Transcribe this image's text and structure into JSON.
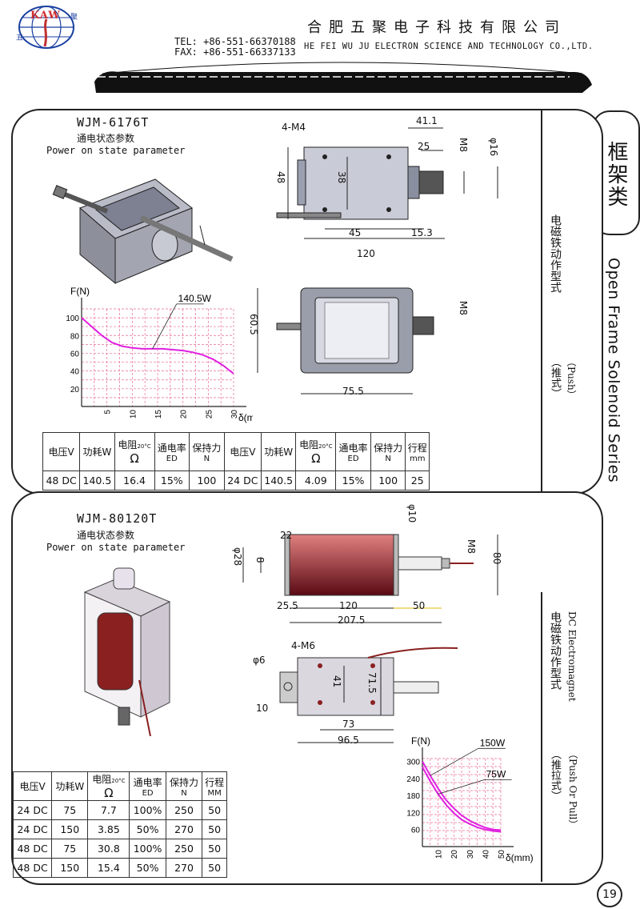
{
  "header": {
    "logo_text": "KAW",
    "logo_cn_left": "五",
    "logo_cn_right": "聚",
    "company_cn": "合肥五聚电子科技有限公司",
    "tel": "TEL: +86-551-66370188",
    "fax": "FAX: +86-551-66337133",
    "company_en": "HE FEI  WU JU ELECTRON SCIENCE AND TECHNOLOGY CO.,LTD."
  },
  "side": {
    "category_cn": "框架类",
    "series_en": "Open Frame Solenoid Series"
  },
  "page_number": "19",
  "product1": {
    "model": "WJM-6176T",
    "state_cn": "通电状态参数",
    "state_en": "Power on state parameter",
    "type_cn": "电磁铁动作型式",
    "action_cn": "（推式）",
    "action_en": "（Push）",
    "dims": {
      "holes": "4-M4",
      "d1": "41.1",
      "d2": "25",
      "d3": "M8",
      "d4": "φ16",
      "d5": "48",
      "d6": "38",
      "d7": "45",
      "d8": "15.3",
      "d9": "120",
      "d10": "60.5",
      "d11": "M8",
      "d12": "75.5"
    },
    "chart_data": {
      "type": "line",
      "ylabel": "F(N)",
      "xlabel": "δ(mm)",
      "yticks": [
        "100",
        "80",
        "60",
        "40",
        "20"
      ],
      "xticks": [
        "5",
        "10",
        "15",
        "20",
        "25",
        "30"
      ],
      "ylim": [
        0,
        110
      ],
      "xlim": [
        0,
        30
      ],
      "grid": true,
      "series": [
        {
          "name": "140.5W",
          "color": "#e020e0",
          "x": [
            0,
            2,
            4,
            6,
            8,
            10,
            12,
            14,
            16,
            18,
            20,
            22,
            24,
            26,
            28,
            30
          ],
          "y": [
            100,
            90,
            80,
            72,
            68,
            66,
            65,
            65,
            65,
            64,
            63,
            61,
            58,
            53,
            46,
            37
          ]
        }
      ]
    },
    "table": {
      "headers": [
        {
          "main": "电压V",
          "sub": ""
        },
        {
          "main": "功耗W",
          "sub": ""
        },
        {
          "main": "电阻",
          "sub": "20°C",
          "unit": "Ω"
        },
        {
          "main": "通电率",
          "sub": "",
          "unit": "ED"
        },
        {
          "main": "保持力",
          "sub": "",
          "unit": "N"
        },
        {
          "main": "电压V",
          "sub": ""
        },
        {
          "main": "功耗W",
          "sub": ""
        },
        {
          "main": "电阻",
          "sub": "20°C",
          "unit": "Ω"
        },
        {
          "main": "通电率",
          "sub": "",
          "unit": "ED"
        },
        {
          "main": "保持力",
          "sub": "",
          "unit": "N"
        },
        {
          "main": "行程",
          "sub": "",
          "unit": "mm"
        }
      ],
      "row": [
        "48 DC",
        "140.5",
        "16.4",
        "15%",
        "100",
        "24 DC",
        "140.5",
        "4.09",
        "15%",
        "100",
        "25"
      ]
    }
  },
  "product2": {
    "model": "WJM-80120T",
    "state_cn": "通电状态参数",
    "state_en": "Power on state parameter",
    "type_cn": "电磁铁动作型式",
    "type_en": "DC Electromagnet",
    "action_cn": "（推拉式）",
    "action_en": "（Push Or Pull）",
    "dims": {
      "d1": "22",
      "d2": "φ28",
      "d3": "8",
      "d4": "φ10",
      "d5": "M8",
      "d6": "80",
      "d7": "25.5",
      "d8": "120",
      "d9": "50",
      "d10": "207.5",
      "holes": "4-M6",
      "d11": "φ6",
      "d12": "41",
      "d13": "71.5",
      "d14": "10",
      "d15": "73",
      "d16": "96.5"
    },
    "chart_data": {
      "type": "line",
      "ylabel": "F(N)",
      "xlabel": "δ(mm)",
      "yticks": [
        "300",
        "240",
        "180",
        "120",
        "60"
      ],
      "xticks": [
        "10",
        "20",
        "30",
        "40",
        "50"
      ],
      "ylim": [
        0,
        310
      ],
      "xlim": [
        0,
        50
      ],
      "grid": true,
      "series": [
        {
          "name": "150W",
          "color": "#e020e0",
          "x": [
            0,
            5,
            10,
            15,
            20,
            25,
            30,
            35,
            40,
            45,
            50
          ],
          "y": [
            300,
            250,
            205,
            165,
            135,
            110,
            92,
            78,
            67,
            60,
            58
          ]
        },
        {
          "name": "75W",
          "color": "#e020e0",
          "x": [
            0,
            5,
            10,
            15,
            20,
            25,
            30,
            35,
            40,
            45,
            50
          ],
          "y": [
            280,
            230,
            185,
            148,
            118,
            95,
            80,
            68,
            60,
            55,
            52
          ]
        }
      ]
    },
    "table": {
      "headers": [
        {
          "main": "电压V",
          "sub": ""
        },
        {
          "main": "功耗W",
          "sub": ""
        },
        {
          "main": "电阻",
          "sub": "20°C",
          "unit": "Ω"
        },
        {
          "main": "通电率",
          "sub": "",
          "unit": "ED"
        },
        {
          "main": "保持力",
          "sub": "",
          "unit": "N"
        },
        {
          "main": "行程",
          "sub": "",
          "unit": "MM"
        }
      ],
      "rows": [
        [
          "24 DC",
          "75",
          "7.7",
          "100%",
          "250",
          "50"
        ],
        [
          "24 DC",
          "150",
          "3.85",
          "50%",
          "270",
          "50"
        ],
        [
          "48 DC",
          "75",
          "30.8",
          "100%",
          "250",
          "50"
        ],
        [
          "48 DC",
          "150",
          "15.4",
          "50%",
          "270",
          "50"
        ]
      ]
    }
  }
}
